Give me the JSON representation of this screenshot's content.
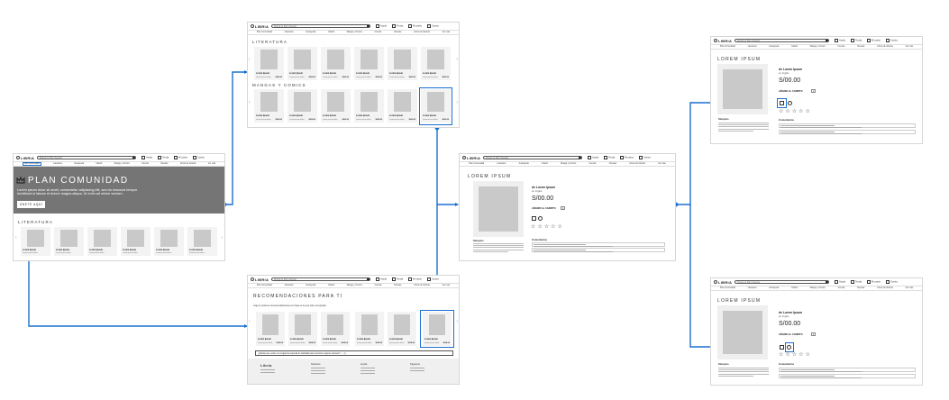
{
  "brand": {
    "logo_text": "LIBRIA"
  },
  "header": {
    "search_placeholder": "Busca tu libro favorito",
    "utilities": [
      "Ayuda",
      "Tienda",
      "Mi carrito",
      "Cuenta"
    ]
  },
  "nav": {
    "items": [
      "Plan Comunidad",
      "Literatura",
      "Autoayuda",
      "Infantil",
      "Manga y Comics",
      "Ciencia",
      "Novelas",
      "Libros de historia",
      "Ver más"
    ]
  },
  "home": {
    "hero_title": "PLAN COMUNIDAD",
    "hero_text": "Lorem ipsum dolor sit amet, consectetur adipiscing elit, sed do eiusmod tempor incididunt ut labore et dolore magna aliqua. Ut enim ad minim veniam.",
    "hero_button": "ÚNETE AQUÍ",
    "section_title": "LITERATURA"
  },
  "catalog": {
    "section_1": "LITERATURA",
    "section_2": "MANGAS Y COMICS"
  },
  "recommend": {
    "title": "RECOMENDACIONES PARA TI",
    "subtitle": "Aquí te damos recomendaciones en base a lo que has comprado",
    "survey_bar": "¿Sabías que existe un programa especial de fidelidad para nuestros mejores clientes?"
  },
  "footer": {
    "columns": [
      "Libria",
      "Nosotros",
      "Ayuda",
      "Síguenos"
    ]
  },
  "product": {
    "page_title": "LOREM IPSUM",
    "name": "de Lorem Ipsum",
    "subtitle": "en Inglés",
    "price": "S/00.00",
    "add_to_cart": "AÑADIR AL CARRITO",
    "quantity": "1",
    "rating_stars": "☆☆☆☆☆",
    "synopsis_label": "Sinopsis",
    "comments_label": "Comentarios"
  },
  "card": {
    "title": "Lorem Ipsum",
    "subtitle": "Lorem ipsum dolor",
    "price": "S/00.00"
  },
  "colors": {
    "accent": "#1a6fd1",
    "hero_bg": "#757575",
    "placeholder": "#c9c9c9"
  }
}
